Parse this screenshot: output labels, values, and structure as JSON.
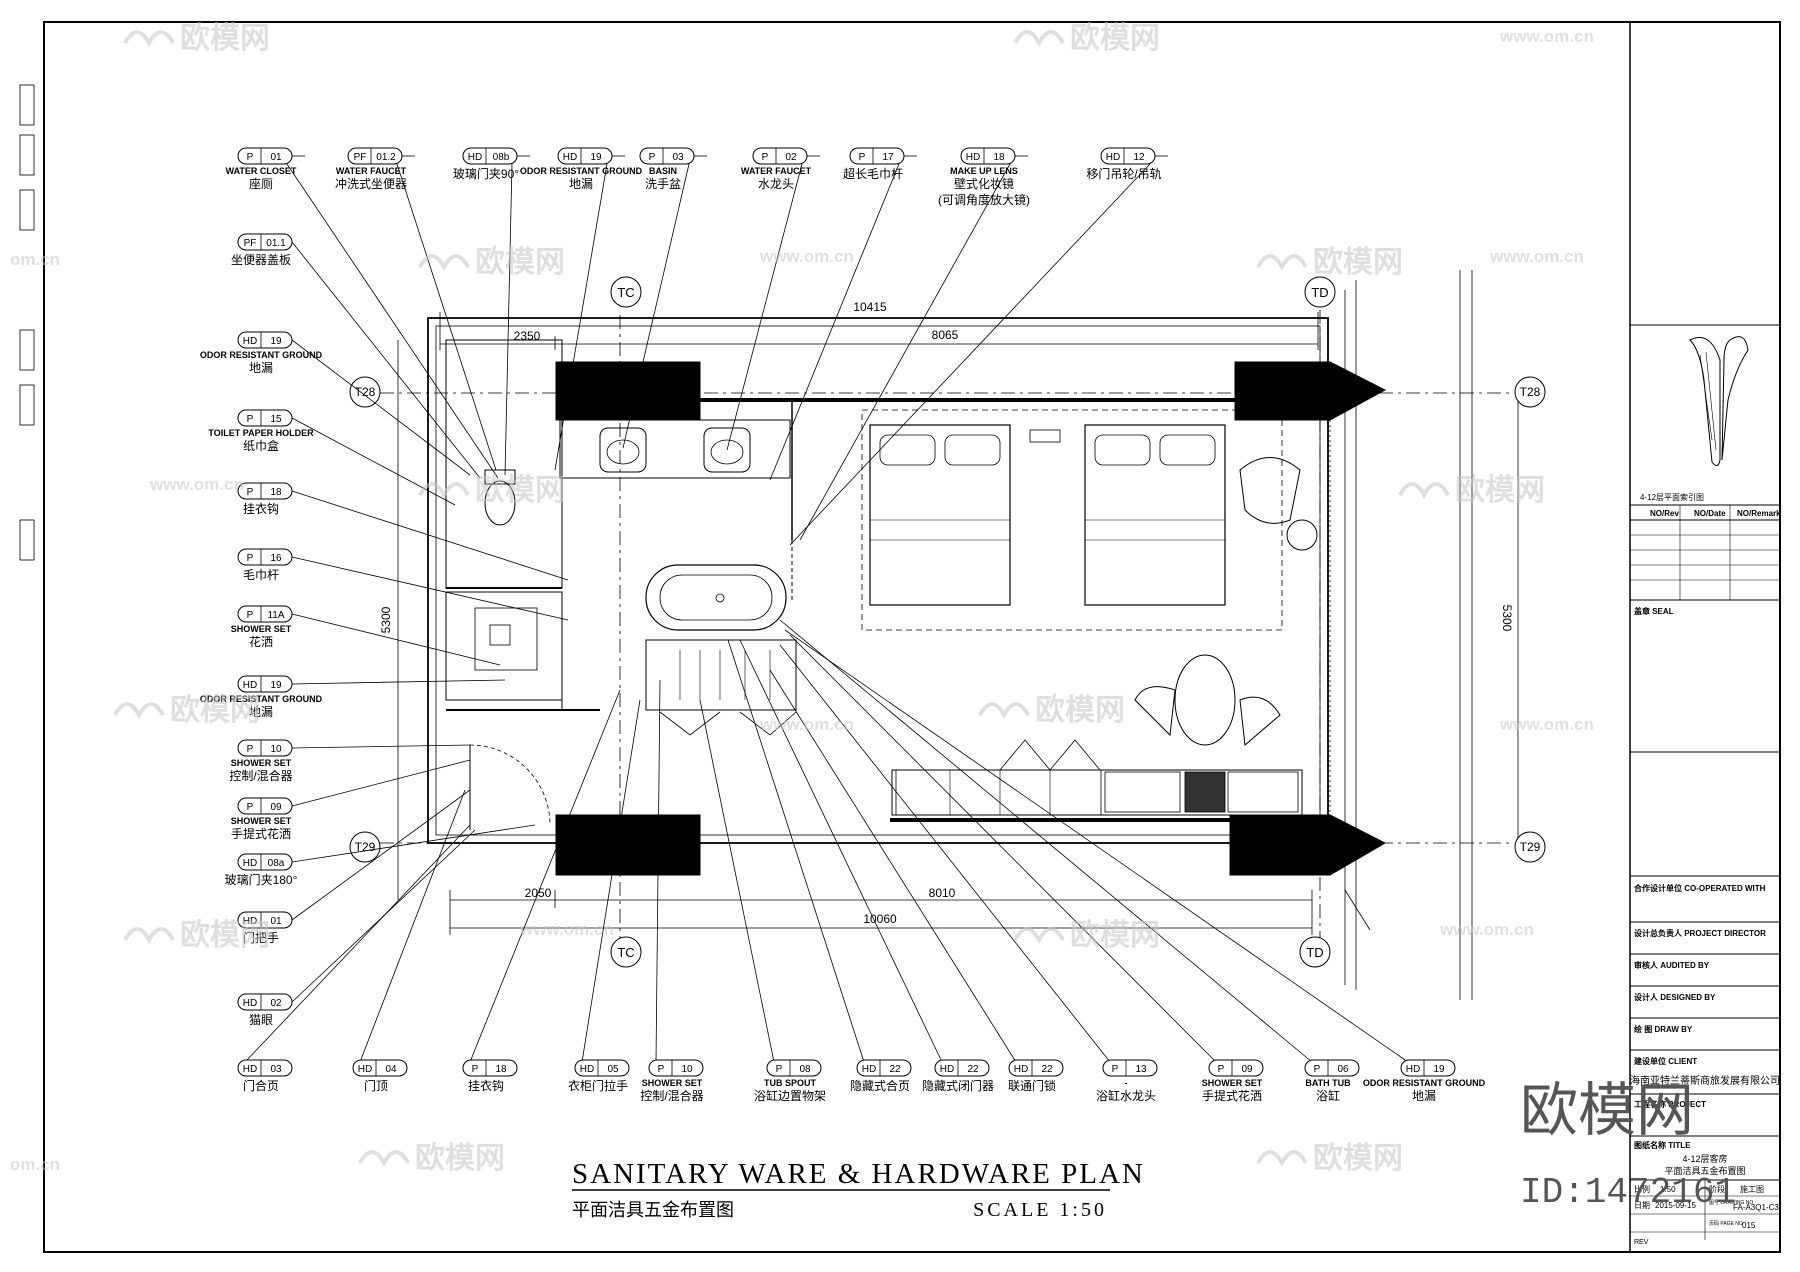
{
  "title": {
    "en": "SANITARY WARE & HARDWARE PLAN",
    "cn": "平面洁具五金布置图",
    "scale": "SCALE 1:50"
  },
  "grid": {
    "tc": "TC",
    "td": "TD",
    "t28": "T28",
    "t29": "T29"
  },
  "dims": {
    "top_total": "10415",
    "top_room": "8065",
    "top_bath": "2350",
    "left_height": "5300",
    "right_height": "5300",
    "bottom_bath": "2050",
    "bottom_room": "8010",
    "bottom_total": "10060"
  },
  "tags_top": [
    {
      "code": "P",
      "num": "01",
      "en": "WATER CLOSET",
      "cn": "座厕"
    },
    {
      "code": "PF",
      "num": "01.2",
      "en": "WATER FAUCET",
      "cn": "冲洗式坐便器"
    },
    {
      "code": "HD",
      "num": "08b",
      "en": "",
      "cn": "玻璃门夹90°"
    },
    {
      "code": "HD",
      "num": "19",
      "en": "ODOR RESISTANT GROUND",
      "cn": "地漏"
    },
    {
      "code": "P",
      "num": "03",
      "en": "BASIN",
      "cn": "洗手盆"
    },
    {
      "code": "P",
      "num": "02",
      "en": "WATER FAUCET",
      "cn": "水龙头"
    },
    {
      "code": "P",
      "num": "17",
      "en": "",
      "cn": "超长毛巾杆"
    },
    {
      "code": "HD",
      "num": "18",
      "en": "MAKE UP LENS",
      "cn": "壁式化妆镜",
      "cn2": "(可调角度放大镜)"
    },
    {
      "code": "HD",
      "num": "12",
      "en": "",
      "cn": "移门吊轮/吊轨"
    }
  ],
  "tags_left": [
    {
      "code": "PF",
      "num": "01.1",
      "en": "",
      "cn": "坐便器盖板"
    },
    {
      "code": "HD",
      "num": "19",
      "en": "ODOR RESISTANT GROUND",
      "cn": "地漏"
    },
    {
      "code": "P",
      "num": "15",
      "en": "TOILET PAPER HOLDER",
      "cn": "纸巾盒"
    },
    {
      "code": "P",
      "num": "18",
      "en": "",
      "cn": "挂衣钩"
    },
    {
      "code": "P",
      "num": "16",
      "en": "",
      "cn": "毛巾杆"
    },
    {
      "code": "P",
      "num": "11A",
      "en": "SHOWER SET",
      "cn": "花洒"
    },
    {
      "code": "HD",
      "num": "19",
      "en": "ODOR RESISTANT GROUND",
      "cn": "地漏"
    },
    {
      "code": "P",
      "num": "10",
      "en": "SHOWER SET",
      "cn": "控制/混合器"
    },
    {
      "code": "P",
      "num": "09",
      "en": "SHOWER SET",
      "cn": "手提式花洒"
    },
    {
      "code": "HD",
      "num": "08a",
      "en": "",
      "cn": "玻璃门夹180°"
    },
    {
      "code": "HD",
      "num": "01",
      "en": "",
      "cn": "门把手"
    },
    {
      "code": "HD",
      "num": "02",
      "en": "",
      "cn": "猫眼"
    }
  ],
  "tags_bottom": [
    {
      "code": "HD",
      "num": "03",
      "en": "",
      "cn": "门合页"
    },
    {
      "code": "HD",
      "num": "04",
      "en": "",
      "cn": "门顶"
    },
    {
      "code": "P",
      "num": "18",
      "en": "",
      "cn": "挂衣钩"
    },
    {
      "code": "HD",
      "num": "05",
      "en": "",
      "cn": "衣柜门拉手"
    },
    {
      "code": "P",
      "num": "10",
      "en": "SHOWER SET",
      "cn": "控制/混合器"
    },
    {
      "code": "P",
      "num": "08",
      "en": "TUB SPOUT",
      "cn": "浴缸边置物架"
    },
    {
      "code": "HD",
      "num": "22",
      "en": "",
      "cn": "隐藏式合页"
    },
    {
      "code": "HD",
      "num": "22",
      "en": "",
      "cn": "隐藏式闭门器"
    },
    {
      "code": "HD",
      "num": "22",
      "en": "",
      "cn": "联通门锁"
    },
    {
      "code": "P",
      "num": "13",
      "en": "-",
      "cn": "浴缸水龙头"
    },
    {
      "code": "P",
      "num": "09",
      "en": "SHOWER SET",
      "cn": "手提式花洒"
    },
    {
      "code": "P",
      "num": "06",
      "en": "BATH TUB",
      "cn": "浴缸"
    },
    {
      "code": "HD",
      "num": "19",
      "en": "ODOR RESISTANT GROUND",
      "cn": "地漏"
    }
  ],
  "title_block": {
    "key_plan_caption": "4-12层平面索引图",
    "rev_headers": [
      "NO/Rev",
      "NO/Date",
      "NO/Remark"
    ],
    "seal": "盖章 SEAL",
    "co_operated": "合作设计单位 CO-OPERATED WITH",
    "project_director": "设计总负责人 PROJECT DIRECTOR",
    "audited": "审核人 AUDITED BY",
    "designed": "设计人 DESIGNED BY",
    "drawn": "绘 图 DRAW BY",
    "client_label": "建设单位 CLIENT",
    "client_name": "海南亚特兰蒂斯商旅发展有限公司",
    "project_label": "工程名称 PROJECT",
    "drawing_title_label": "图纸名称 TITLE",
    "drawing_title_1": "4-12层客房",
    "drawing_title_2": "平面洁具五金布置图",
    "scale_label": "比例",
    "scale_value": "1:50",
    "stage_label": "阶段",
    "stage_value": "施工图",
    "date_label": "日期",
    "date_value": "2015-09-15",
    "drawing_no_label": "图号 DRAWING NO",
    "drawing_no": "FA-A3Q1-C3",
    "page_label": "页码 PAGE NO",
    "page_no": "015",
    "rev_label": "REV"
  },
  "watermark": {
    "brand": "欧模网",
    "url": "www.om.cn",
    "big": "欧模网",
    "id": "ID:1472161",
    "short": "om.cn"
  }
}
